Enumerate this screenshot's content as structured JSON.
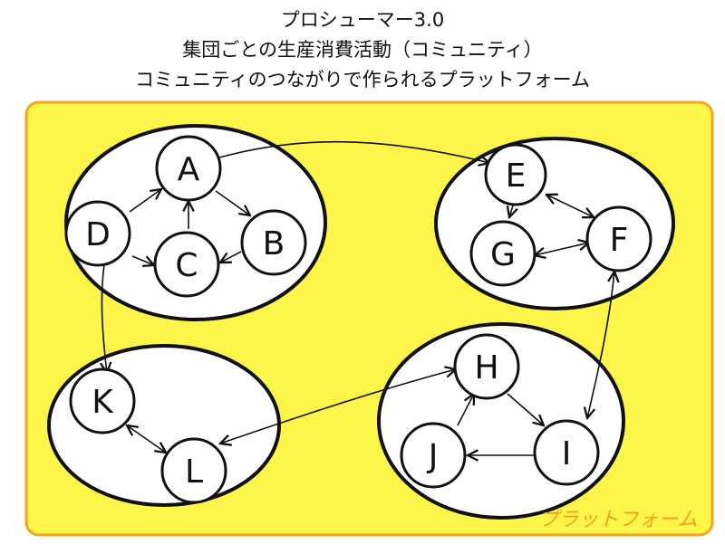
{
  "titles": [
    "プロシューマー3.0",
    "集団ごとの生産消費活動（コミュニティ）",
    "コミュニティのつながりで作られるプラットフォーム"
  ],
  "watermark": "プラットフォーム",
  "colors": {
    "board_fill": "#fdf54a",
    "board_stroke": "#f2a61e",
    "line": "#111111"
  },
  "nodes": [
    {
      "id": "A",
      "label": "A"
    },
    {
      "id": "B",
      "label": "B"
    },
    {
      "id": "C",
      "label": "C"
    },
    {
      "id": "D",
      "label": "D"
    },
    {
      "id": "E",
      "label": "E"
    },
    {
      "id": "F",
      "label": "F"
    },
    {
      "id": "G",
      "label": "G"
    },
    {
      "id": "H",
      "label": "H"
    },
    {
      "id": "I",
      "label": "I"
    },
    {
      "id": "J",
      "label": "J"
    },
    {
      "id": "K",
      "label": "K"
    },
    {
      "id": "L",
      "label": "L"
    }
  ]
}
